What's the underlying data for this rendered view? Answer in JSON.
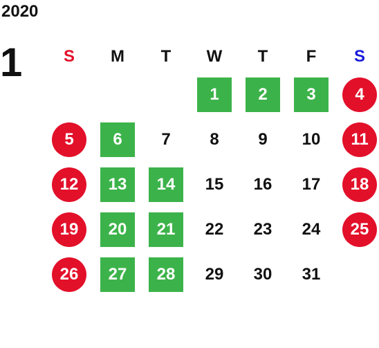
{
  "calendar": {
    "year": "2020",
    "month": "1",
    "weekdays": [
      {
        "label": "S",
        "color": "#e3102a"
      },
      {
        "label": "M",
        "color": "#111111"
      },
      {
        "label": "T",
        "color": "#111111"
      },
      {
        "label": "W",
        "color": "#111111"
      },
      {
        "label": "T",
        "color": "#111111"
      },
      {
        "label": "F",
        "color": "#111111"
      },
      {
        "label": "S",
        "color": "#1a1adb"
      }
    ],
    "colors": {
      "holiday": "#e3102a",
      "highlight": "#3cb34a",
      "text": "#111111"
    },
    "weeks": [
      [
        {
          "day": "",
          "style": "empty"
        },
        {
          "day": "",
          "style": "empty"
        },
        {
          "day": "",
          "style": "empty"
        },
        {
          "day": "1",
          "style": "green"
        },
        {
          "day": "2",
          "style": "green"
        },
        {
          "day": "3",
          "style": "green"
        },
        {
          "day": "4",
          "style": "holiday"
        }
      ],
      [
        {
          "day": "5",
          "style": "holiday"
        },
        {
          "day": "6",
          "style": "green"
        },
        {
          "day": "7",
          "style": "plain"
        },
        {
          "day": "8",
          "style": "plain"
        },
        {
          "day": "9",
          "style": "plain"
        },
        {
          "day": "10",
          "style": "plain"
        },
        {
          "day": "11",
          "style": "holiday"
        }
      ],
      [
        {
          "day": "12",
          "style": "holiday"
        },
        {
          "day": "13",
          "style": "green"
        },
        {
          "day": "14",
          "style": "green"
        },
        {
          "day": "15",
          "style": "plain"
        },
        {
          "day": "16",
          "style": "plain"
        },
        {
          "day": "17",
          "style": "plain"
        },
        {
          "day": "18",
          "style": "holiday"
        }
      ],
      [
        {
          "day": "19",
          "style": "holiday"
        },
        {
          "day": "20",
          "style": "green"
        },
        {
          "day": "21",
          "style": "green"
        },
        {
          "day": "22",
          "style": "plain"
        },
        {
          "day": "23",
          "style": "plain"
        },
        {
          "day": "24",
          "style": "plain"
        },
        {
          "day": "25",
          "style": "holiday"
        }
      ],
      [
        {
          "day": "26",
          "style": "holiday"
        },
        {
          "day": "27",
          "style": "green"
        },
        {
          "day": "28",
          "style": "green"
        },
        {
          "day": "29",
          "style": "plain"
        },
        {
          "day": "30",
          "style": "plain"
        },
        {
          "day": "31",
          "style": "plain"
        },
        {
          "day": "",
          "style": "empty"
        }
      ]
    ]
  }
}
